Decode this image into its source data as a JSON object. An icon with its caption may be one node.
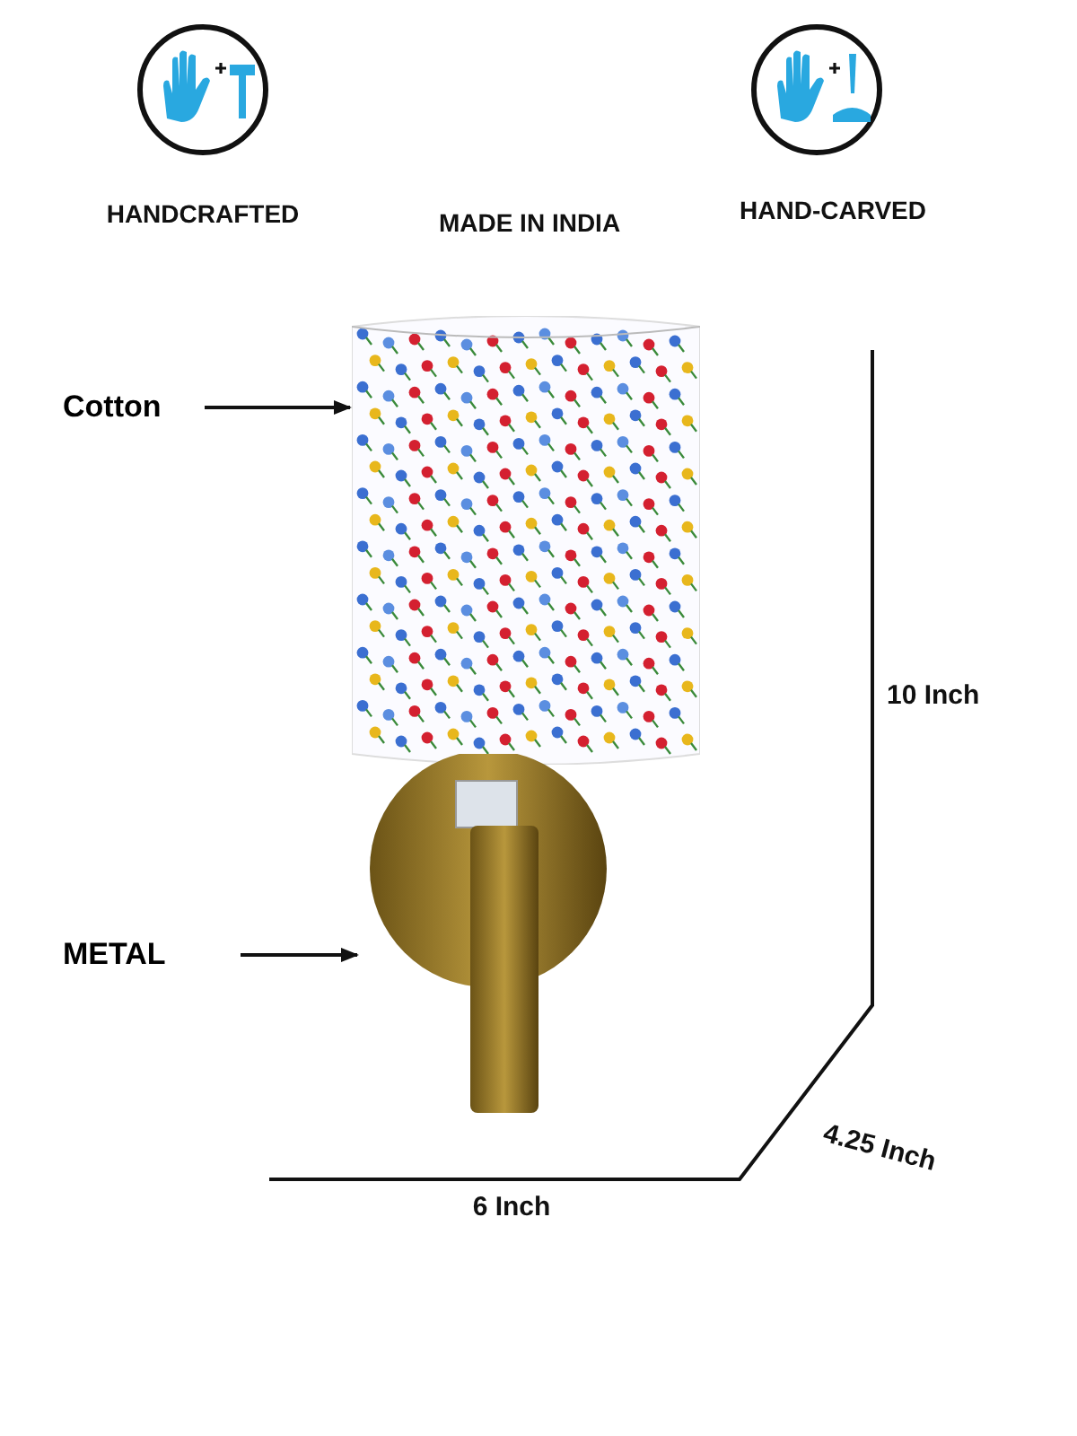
{
  "diagram": {
    "nodes": [
      {
        "text": [
          "Cotton"
        ]
      },
      {
        "text": [],
        "shape": "picture"
      },
      {
        "text": [
          "METAL"
        ]
      },
      {
        "text": [],
        "shape": "picture"
      }
    ],
    "edges": [
      {
        "from": 0,
        "to": 1,
        "arrow": "to"
      },
      {
        "from": 2,
        "to": 3,
        "arrow": "to"
      }
    ],
    "labels": [
      "HANDCRAFTED",
      "MADE IN INDIA",
      "HAND-CARVED",
      "10 Inch",
      "4.25 Inch",
      "6 Inch"
    ]
  }
}
